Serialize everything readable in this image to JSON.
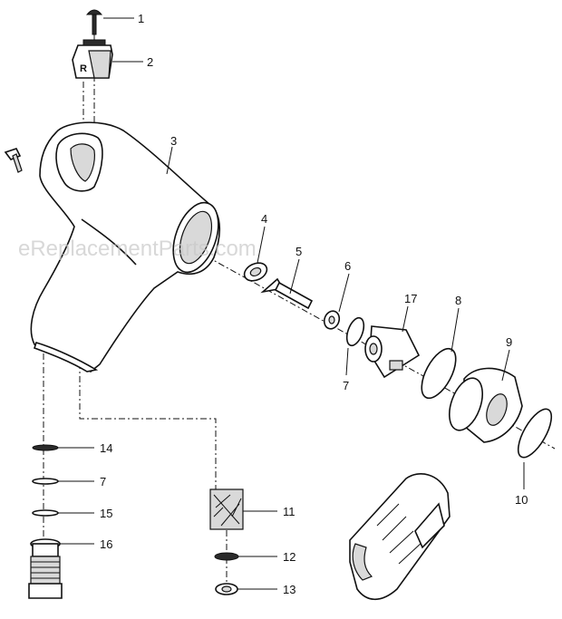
{
  "watermark": "eReplacementParts.com",
  "callouts": {
    "c1": "1",
    "c2": "2",
    "c3": "3",
    "c4": "4",
    "c5": "5",
    "c6": "6",
    "c7a": "7",
    "c7b": "7",
    "c8": "8",
    "c9": "9",
    "c10": "10",
    "c11": "11",
    "c12": "12",
    "c13": "13",
    "c14": "14",
    "c15": "15",
    "c16": "16",
    "c17": "17"
  },
  "part2_mark": "R"
}
